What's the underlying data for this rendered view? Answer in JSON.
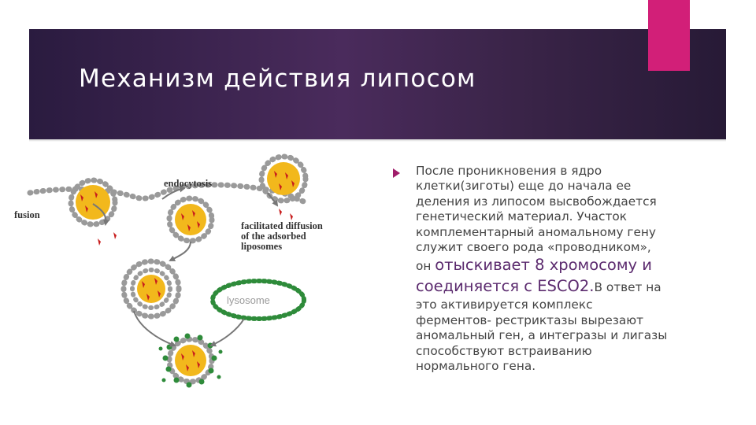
{
  "slide": {
    "title": "Механизм действия липосом",
    "colors": {
      "banner": "#3a2448",
      "accent": "#d21f78",
      "bullet": "#a01d6a",
      "emphasis": "#5b2a6e"
    }
  },
  "diagram": {
    "labels": {
      "endocytosis": "endocytosis",
      "fusion": "fusion",
      "facilitated_1": "facilitated diffusion",
      "facilitated_2": "of the adsorbed",
      "facilitated_3": "liposomes",
      "lysosome": "lysosome"
    }
  },
  "bullet": {
    "l1": "После проникновения в ядро",
    "l2": "клетки(зиготы) еще до начала ее",
    "l3": "деления из липосом высвобождается",
    "l4": "генетический материал. Участок",
    "l5": "комплементарный аномальному гену",
    "l6": "служит своего рода «проводником»,",
    "l7_pre": "он ",
    "l7_emph": "отыскивает 8 хромосому и",
    "l8_emph": "соединяется с ESCO2.",
    "l8_post": "В ответ на",
    "l9": "это активируется комплекс",
    "l10": "ферментов- рестриктазы вырезают",
    "l11": "аномальный ген, а интегразы и лигазы",
    "l12": "способствуют встраиванию",
    "l13": "нормального гена."
  }
}
